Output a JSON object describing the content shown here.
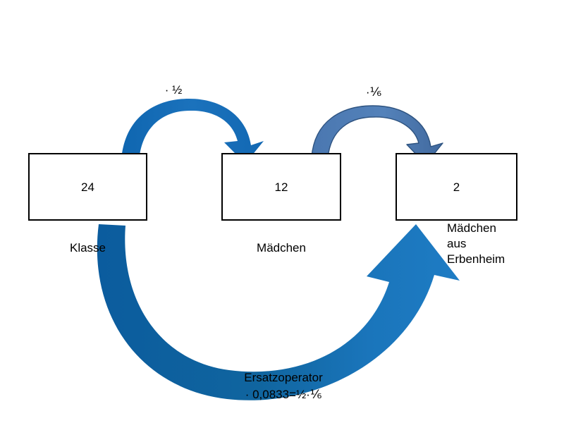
{
  "diagram": {
    "type": "operator-chain-diagram",
    "background": "#ffffff",
    "colors": {
      "arrow_primary": "#1268B3",
      "arrow_secondary": "#4A77B0",
      "arrow_secondary_outline": "#2E5380",
      "arrow_bottom_dark": "#0B5C9E",
      "arrow_bottom_light": "#1E7CC4",
      "box_border": "#000000",
      "box_fill": "#ffffff",
      "text": "#000000"
    },
    "nodes": [
      {
        "id": "klasse",
        "value": "24",
        "caption": "Klasse"
      },
      {
        "id": "maedchen",
        "value": "12",
        "caption": "Mädchen"
      },
      {
        "id": "erbenheim",
        "value": "2",
        "caption": "Mädchen\naus\nErbenheim"
      }
    ],
    "arrows": [
      {
        "id": "arc-half",
        "label": "· ½",
        "from": "klasse",
        "to": "maedchen",
        "style": "arc-over",
        "color": "#1268B3"
      },
      {
        "id": "arc-sixth",
        "label": "·⅙",
        "from": "maedchen",
        "to": "erbenheim",
        "style": "arc-over",
        "color": "#4A77B0"
      },
      {
        "id": "arc-ersatzoperator",
        "label": "Ersatzoperator\n· 0,0833=½·⅙",
        "from": "klasse",
        "to": "erbenheim",
        "style": "arc-under",
        "color": "#1268B3"
      }
    ]
  }
}
